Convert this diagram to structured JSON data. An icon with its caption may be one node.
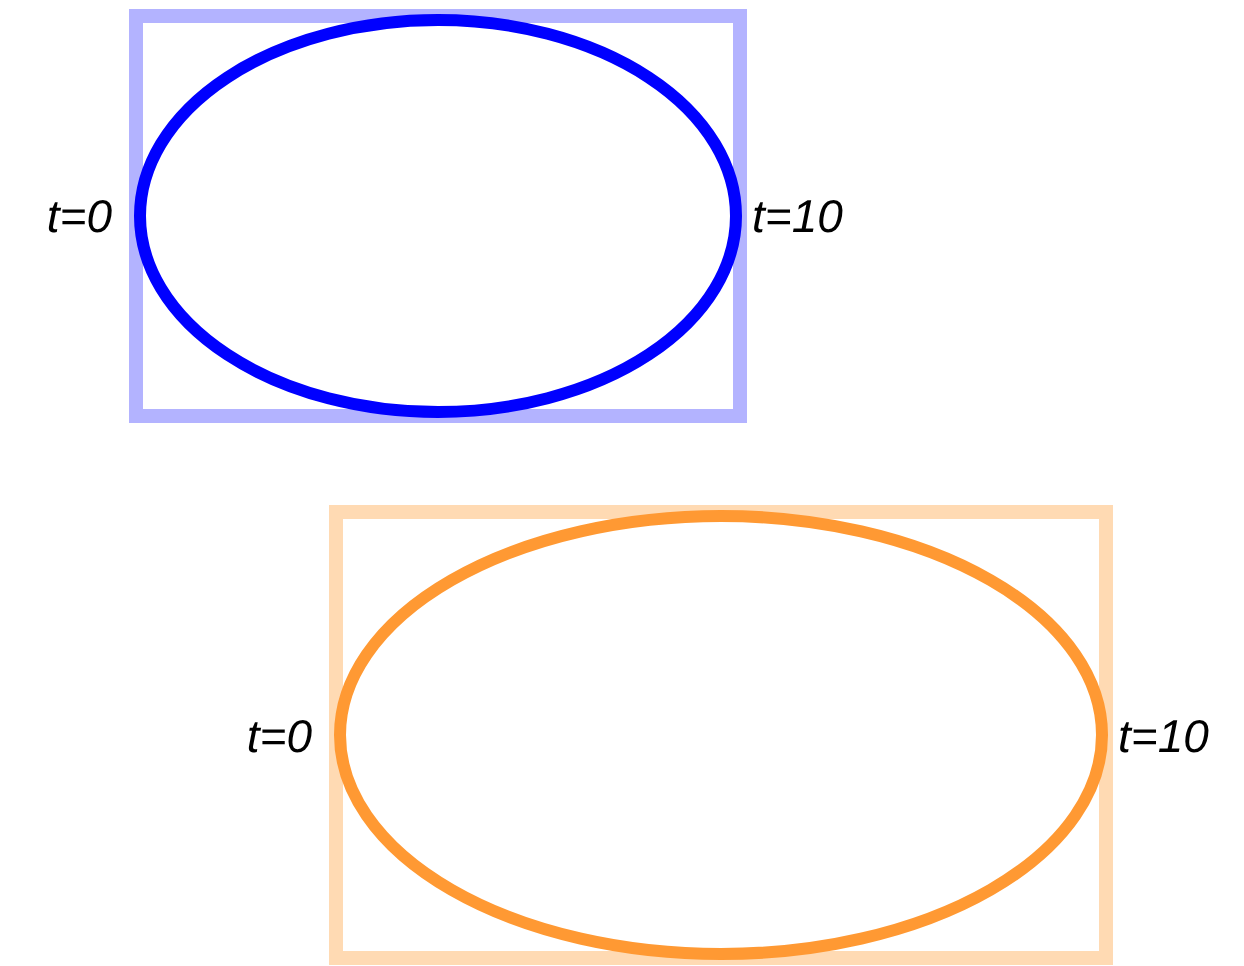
{
  "diagram": {
    "nodes": [
      {
        "text": [],
        "shape": "box"
      },
      {
        "text": [],
        "shape": "ellipse",
        "in": 0,
        "beside": [
          "t=0",
          "t=10"
        ]
      },
      {
        "text": [],
        "shape": "box"
      },
      {
        "text": [],
        "shape": "ellipse",
        "in": 2,
        "beside": [
          "t=0",
          "t=10"
        ]
      }
    ]
  }
}
